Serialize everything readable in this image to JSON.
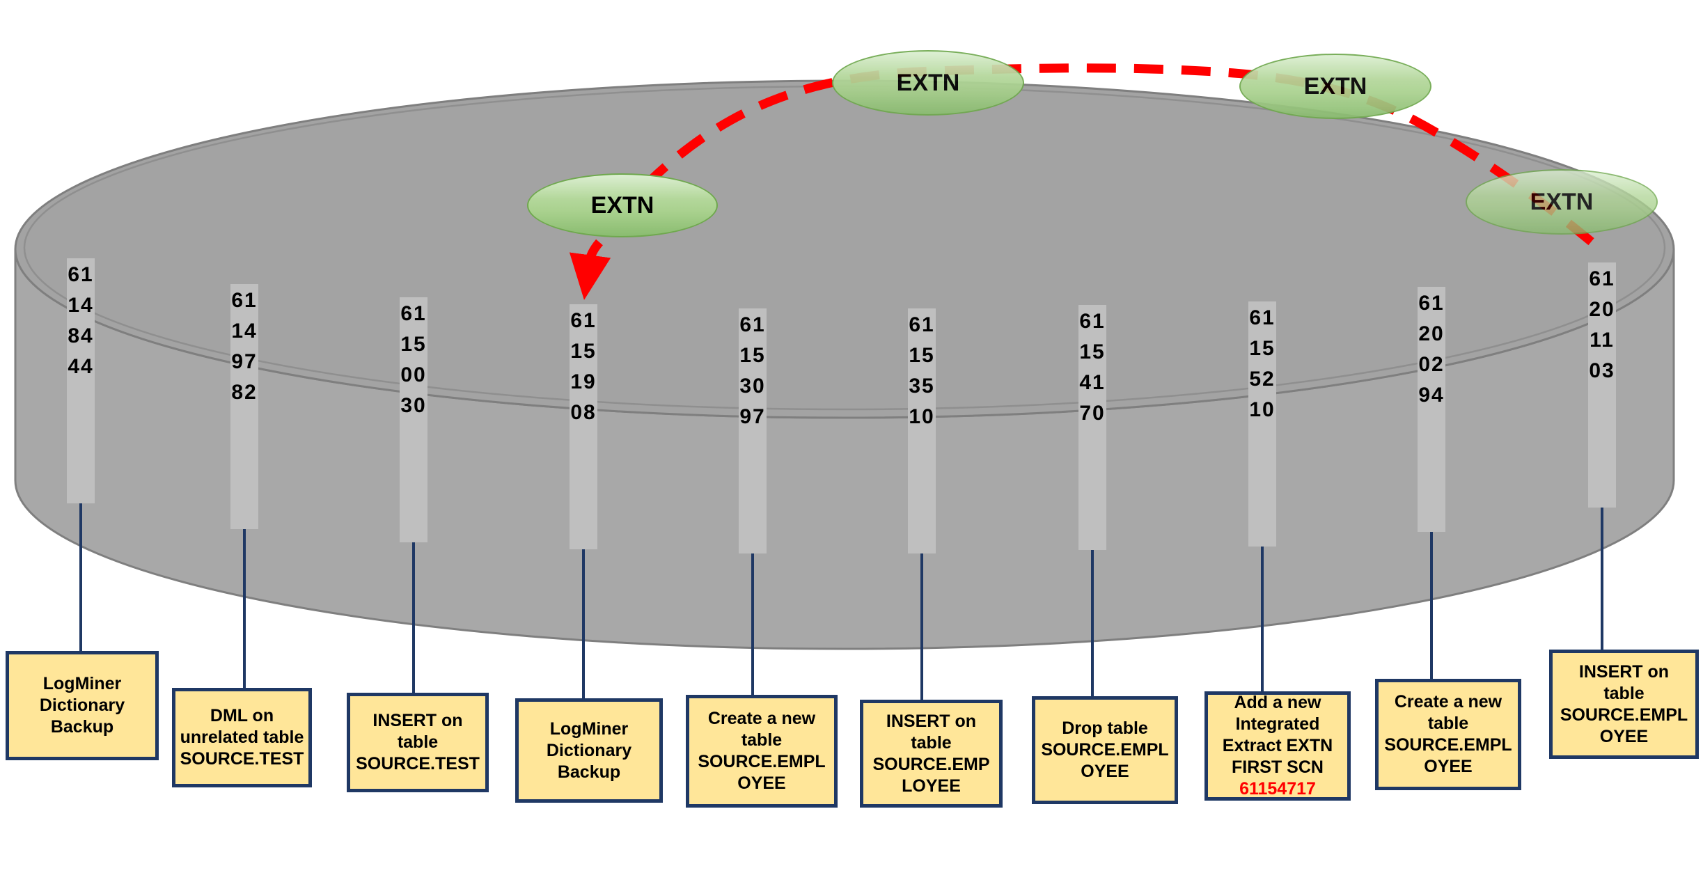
{
  "diagram_title": "Oracle redo log SCN timeline with Integrated Extract registration",
  "colors": {
    "cylinder_fill": "#a6a6a6",
    "cylinder_stroke": "#7f7f7f",
    "strip_fill": "#bfbfbf",
    "box_fill": "#ffe699",
    "box_border": "#1f3864",
    "connector": "#1f3864",
    "dash_red": "#ff0000",
    "highlight_red": "#ff0000",
    "extn_green": "#a9d18e"
  },
  "extn_nodes": [
    {
      "label": "EXTN"
    },
    {
      "label": "EXTN"
    },
    {
      "label": "EXTN"
    },
    {
      "label": "EXTN"
    }
  ],
  "events": [
    {
      "scn": "61148444",
      "label": "LogMiner Dictionary Backup"
    },
    {
      "scn": "61149782",
      "label": "DML on unrelated table SOURCE.TEST"
    },
    {
      "scn": "61150030",
      "label": "INSERT on table SOURCE.TEST"
    },
    {
      "scn": "61151908",
      "label": "LogMiner Dictionary Backup"
    },
    {
      "scn": "61153097",
      "label": "Create a new table SOURCE.EMPLOYEE"
    },
    {
      "scn": "61153510",
      "label": "INSERT on table SOURCE.EMPLOYEE"
    },
    {
      "scn": "61154170",
      "label": "Drop table SOURCE.EMPLOYEE"
    },
    {
      "scn": "61155210",
      "label": "Add a new Integrated Extract EXTN FIRST SCN",
      "highlight": "61154717"
    },
    {
      "scn": "61200294",
      "label": "Create a new table SOURCE.EMPLOYEE"
    },
    {
      "scn": "61201103",
      "label": "INSERT on table SOURCE.EMPLOYEE"
    }
  ]
}
